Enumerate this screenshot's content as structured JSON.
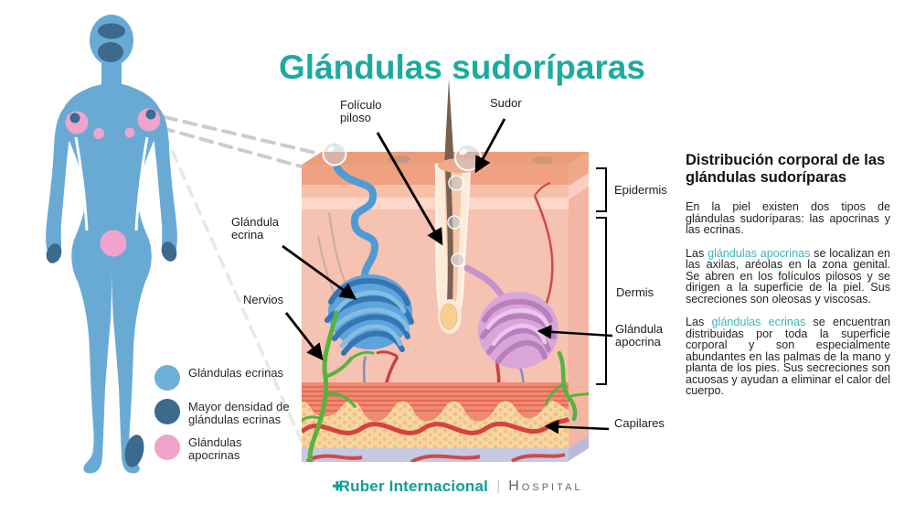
{
  "title": "Glándulas sudoríparas",
  "colors": {
    "accent_teal": "#1cab9e",
    "inline_teal": "#3eb5ba",
    "logo_teal": "#0d9f96",
    "body_blue": "#69aad5",
    "dense_blue": "#3b6a8d",
    "apocrine_pink": "#f0a3cd",
    "eccrine_gland_blue": "#4f9bd6",
    "apocrine_gland_pink": "#d9a6da",
    "nerve_green": "#57b33e",
    "capillary_red": "#d5423f"
  },
  "diagram": {
    "labels": {
      "foliculo": "Folículo piloso",
      "sudor": "Sudor",
      "glandula_ecrina": "Glándula ecrina",
      "nervios": "Nervios",
      "epidermis": "Epidermis",
      "dermis": "Dermis",
      "glandula_apocrina": "Glándula apocrina",
      "capilares": "Capilares"
    }
  },
  "legend": {
    "items": [
      {
        "label": "Glándulas ecrinas",
        "color": "#6fb0d9"
      },
      {
        "label": "Mayor densidad de glándulas ecrinas",
        "color": "#3b6a8d"
      },
      {
        "label": "Glándulas apocrinas",
        "color": "#f0a3cd"
      }
    ]
  },
  "panel": {
    "heading": "Distribución corporal de las glándulas sudoríparas",
    "p1": "En la piel existen dos tipos de glándulas sudoríparas: las apocrinas y las ecrinas.",
    "p2": {
      "lead": "Las ",
      "term": "glándulas apocrinas",
      "rest": " se localizan en las axilas, aréolas en la zona genital. Se abren en los folículos pilosos y se dirigen a la superficie de la piel. Sus secreciones son oleosas y viscosas."
    },
    "p3": {
      "lead": "Las ",
      "term": "glándulas ecrinas",
      "rest": " se encuentran distribuidas por toda la superficie corporal y son especialmente abundantes en las palmas de la mano y planta de los pies. Sus secreciones son acuosas y ayudan a eliminar el calor del cuerpo."
    }
  },
  "footer": {
    "brand": "Ruber Internacional",
    "suffix": "Hospital"
  }
}
